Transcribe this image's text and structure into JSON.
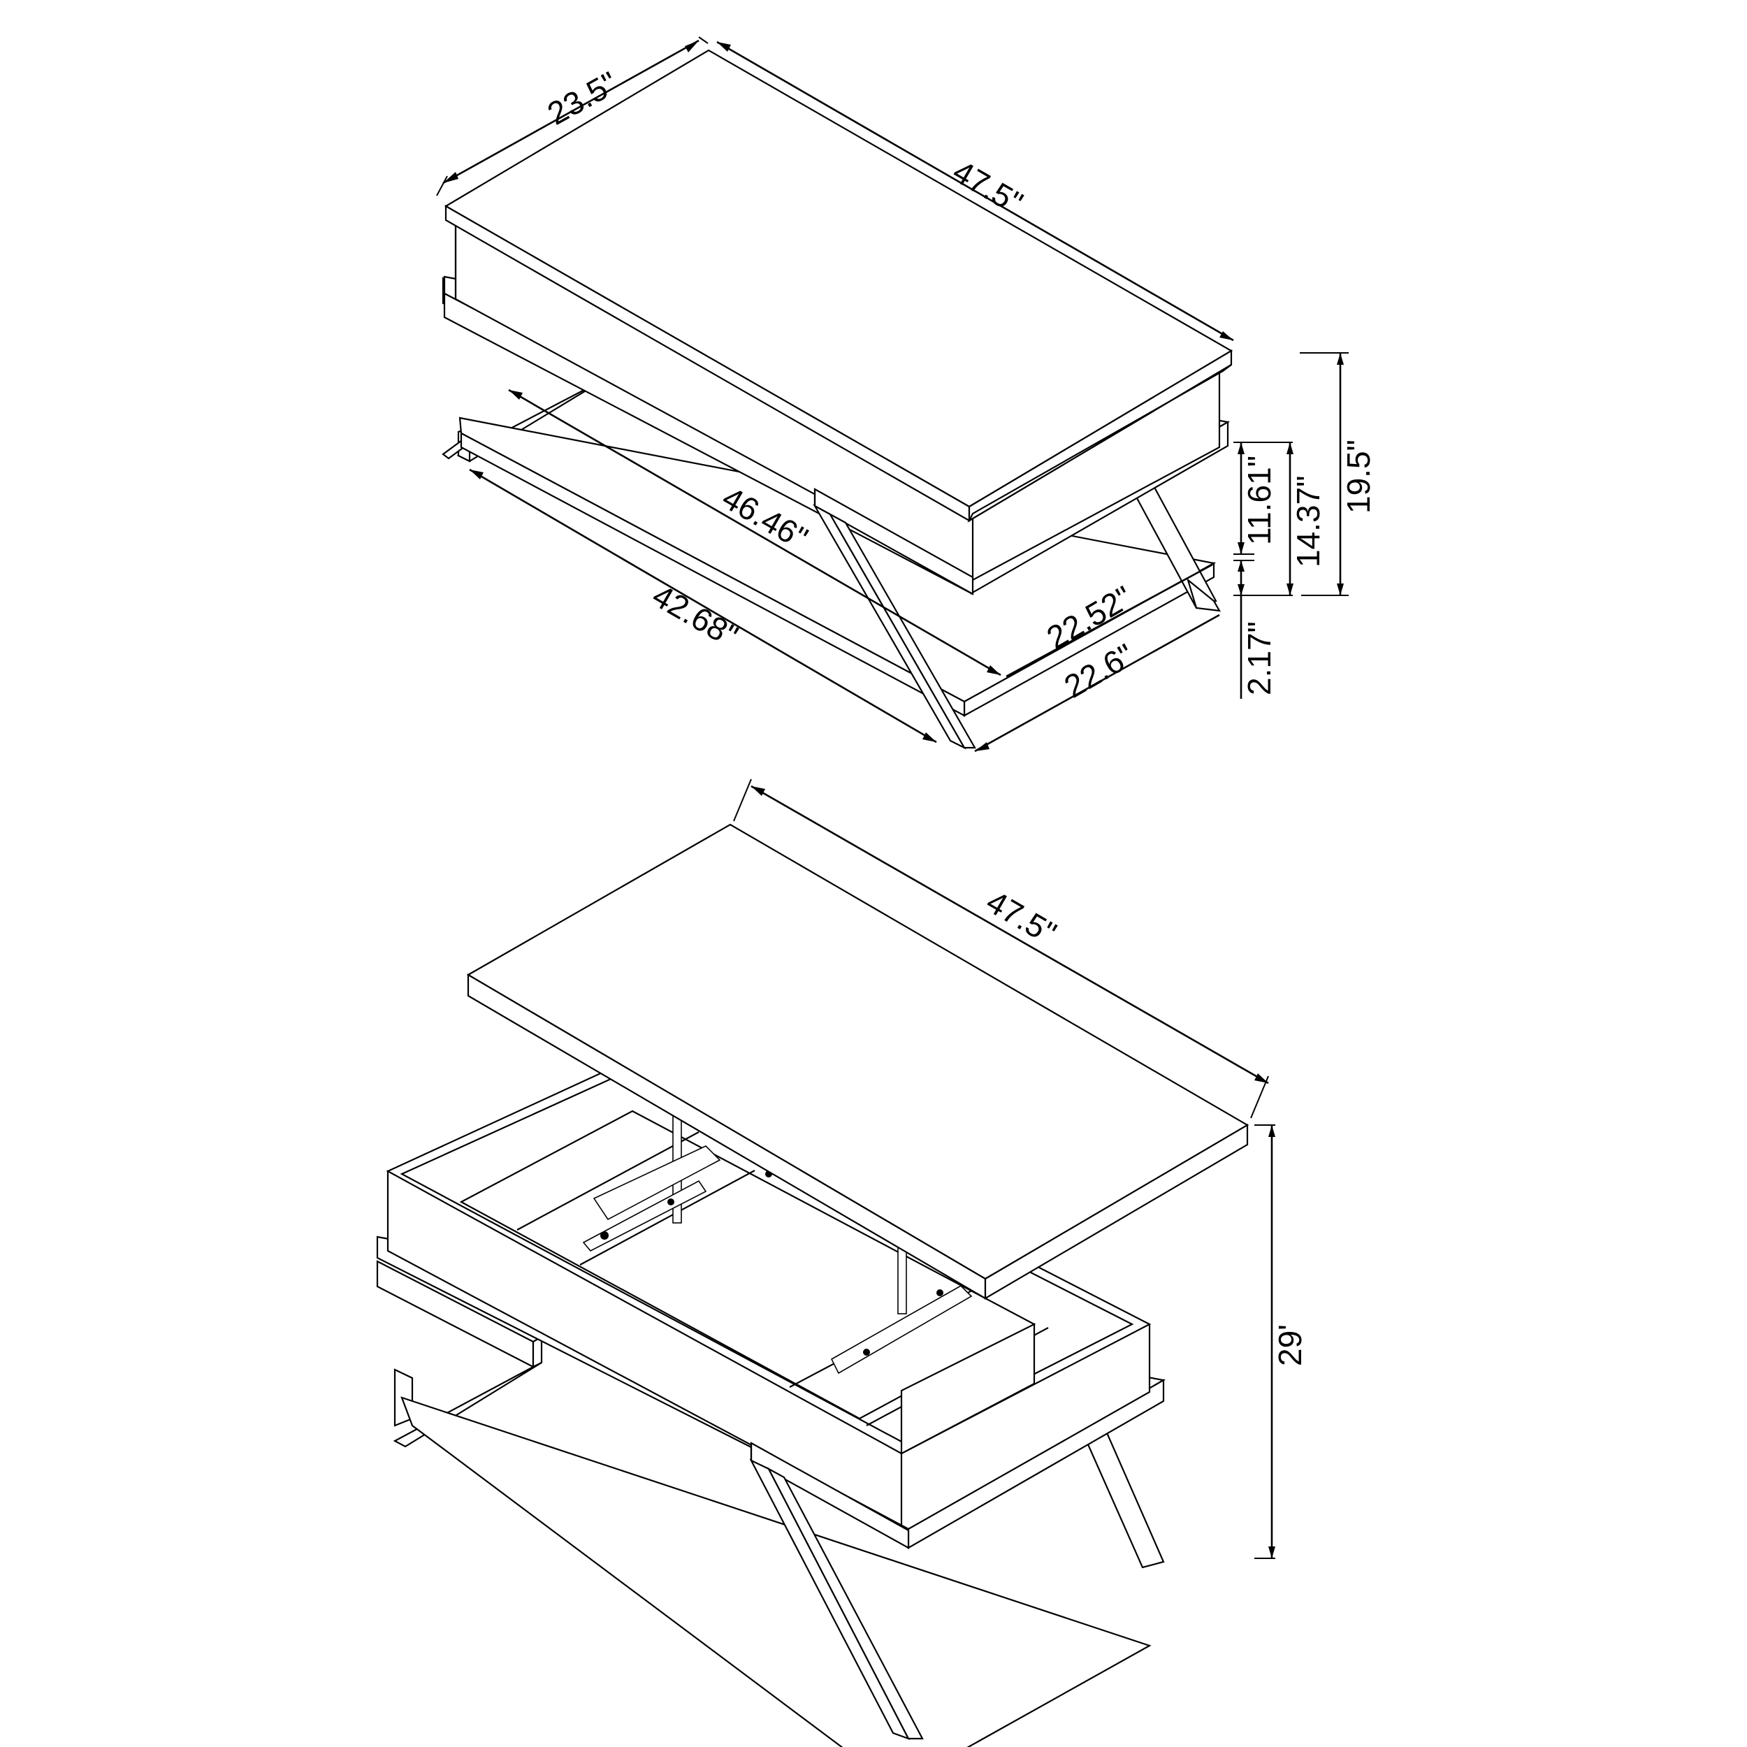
{
  "drawing": {
    "title": "Lift-top coffee table dimension drawing",
    "line_color": "#000000",
    "background": "#ffffff",
    "views": [
      {
        "name": "closed-view",
        "dimensions": {
          "top_width": "23.5\"",
          "top_length": "47.5\"",
          "inner_length": "46.46\"",
          "shelf_length": "42.68\"",
          "inner_depth": "22.52\"",
          "shelf_depth": "22.6\"",
          "apron_height": "11.61\"",
          "shelf_to_top": "14.37\"",
          "overall_height": "19.5\"",
          "shelf_clearance": "2.17\""
        }
      },
      {
        "name": "open-lift-view",
        "dimensions": {
          "top_length": "47.5\"",
          "lifted_height": "29'"
        }
      }
    ]
  }
}
